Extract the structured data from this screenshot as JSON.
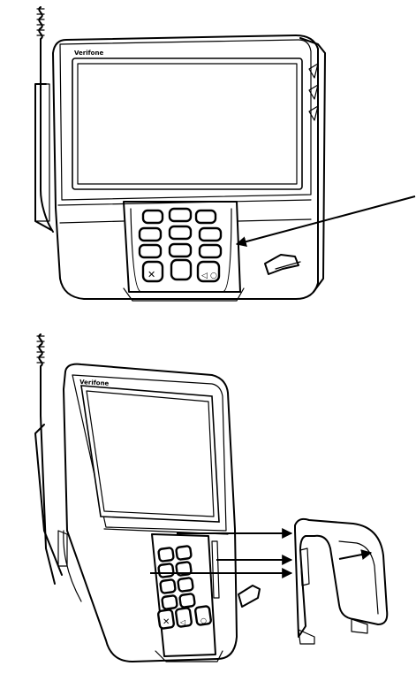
{
  "figure": {
    "top_device": {
      "brand": "Verifone",
      "side_brand": "Verifone",
      "keypad_symbols": [
        "✕",
        "◁",
        "○"
      ]
    },
    "bottom_device": {
      "brand": "Verifone",
      "keypad_symbols": [
        "✕",
        "◁",
        "○"
      ]
    }
  }
}
